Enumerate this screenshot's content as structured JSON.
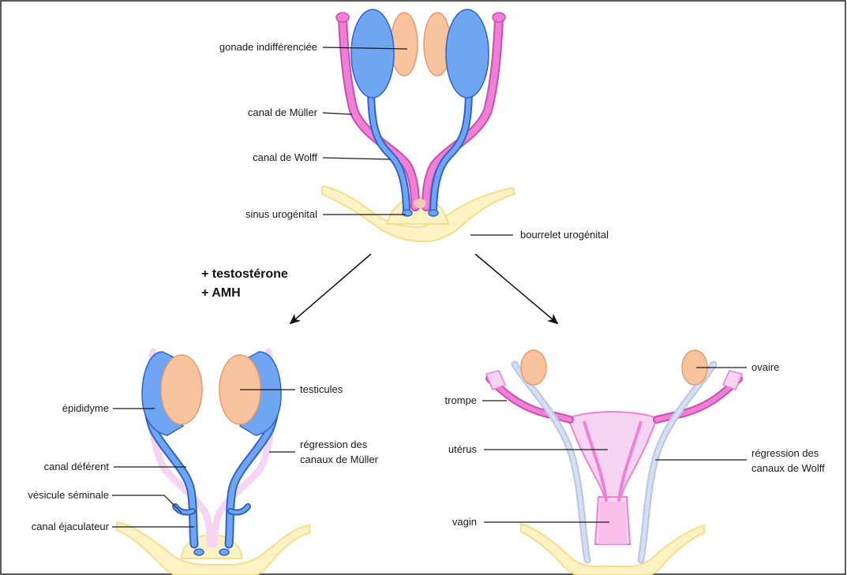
{
  "diagram": {
    "labels": {
      "gonade": "gonade indifférenciée",
      "mueller": "canal de Müller",
      "wolff": "canal de Wolff",
      "sinus": "sinus urogénital",
      "bourrelet": "bourrelet urogénital",
      "testosterone": "+ testostérone",
      "amh": "+ AMH",
      "epididyme": "épididyme",
      "testicules": "testicules",
      "regression_mueller_1": "régression des",
      "regression_mueller_2": "canaux de Müller",
      "canal_deferent": "canal déférent",
      "vesicule": "vésicule séminale",
      "canal_ejac": "canal éjaculateur",
      "ovaire": "ovaire",
      "trompe": "trompe",
      "uterus": "utérus",
      "regression_wolff_1": "régression des",
      "regression_wolff_2": "canaux de Wolff",
      "vagin": "vagin"
    },
    "colors": {
      "wolff_blue": "#6fa5f2",
      "wolff_outline": "#2f64c4",
      "mueller_pink": "#f07fd6",
      "gonad_orange": "#f9c39e",
      "gonad_outline": "#e79a6d",
      "sinus_yellow": "#fdf2c4",
      "sinus_outline": "#f3df8c",
      "regressed_blue": "#d7dff2",
      "regressed_pink": "#f6d5f2"
    }
  }
}
